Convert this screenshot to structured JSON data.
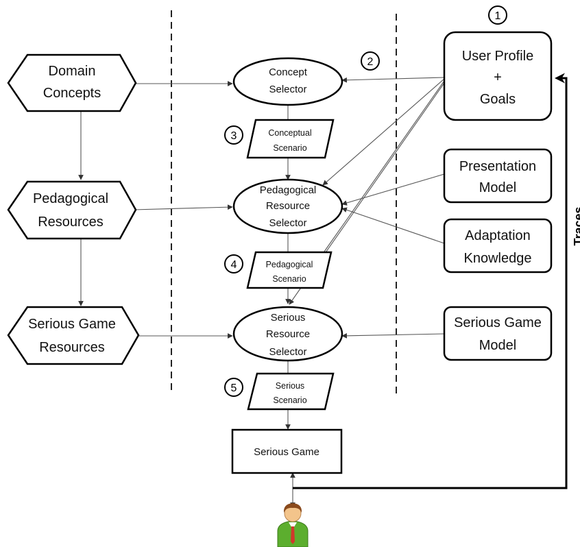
{
  "nodes": {
    "domain_concepts": [
      "Domain",
      "Concepts"
    ],
    "pedagogical_resources": [
      "Pedagogical",
      "Resources"
    ],
    "serious_game_resources": [
      "Serious Game",
      "Resources"
    ],
    "concept_selector": [
      "Concept",
      "Selector"
    ],
    "pedagogical_resource_selector": [
      "Pedagogical",
      "Resource",
      "Selector"
    ],
    "serious_resource_selector": [
      "Serious",
      "Resource",
      "Selector"
    ],
    "conceptual_scenario": [
      "Conceptual",
      "Scenario"
    ],
    "pedagogical_scenario": [
      "Pedagogical",
      "Scenario"
    ],
    "serious_scenario": [
      "Serious",
      "Scenario"
    ],
    "serious_game": "Serious Game",
    "user_profile_goals": [
      "User Profile",
      "+",
      "Goals"
    ],
    "presentation_model": [
      "Presentation",
      "Model"
    ],
    "adaptation_knowledge": [
      "Adaptation",
      "Knowledge"
    ],
    "serious_game_model": [
      "Serious Game",
      "Model"
    ]
  },
  "step_numbers": [
    "1",
    "2",
    "3",
    "4",
    "5"
  ],
  "traces_label": "Traces"
}
